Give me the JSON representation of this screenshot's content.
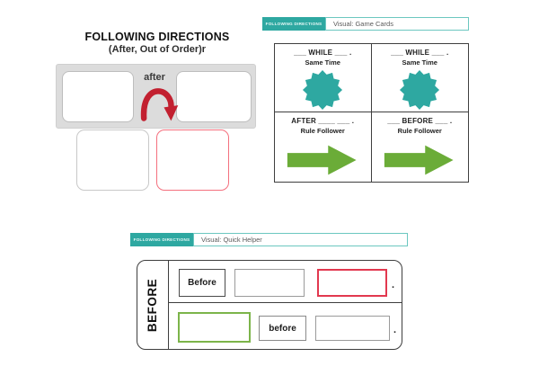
{
  "colors": {
    "teal": "#2EA8A1",
    "green_arrow": "#6BAC38",
    "red_arrow": "#C22030",
    "red_box_border": "#E2384F",
    "pink_box_border": "#F4707E",
    "green_box_border": "#7CB44A",
    "panel_gray": "#DCDCDC"
  },
  "worksheet_after": {
    "title": "FOLLOWING DIRECTIONS",
    "subtitle": "(After, Out of Order)r",
    "arrow_label": "after"
  },
  "game_cards": {
    "badge": "FOLLOWING DIRECTIONS",
    "header": "Visual: Game Cards",
    "cards": [
      {
        "line1": "___ WHILE ___ .",
        "line2": "Same Time",
        "icon": "starburst-icon"
      },
      {
        "line1": "___ WHILE ___ .",
        "line2": "Same Time",
        "icon": "starburst-icon"
      },
      {
        "line1": "AFTER ____ ___ .",
        "line2": "Rule Follower",
        "icon": "right-arrow-icon"
      },
      {
        "line1": "___ BEFORE ___ .",
        "line2": "Rule Follower",
        "icon": "right-arrow-icon"
      }
    ]
  },
  "quick_helper": {
    "badge": "FOLLOWING DIRECTIONS",
    "header": "Visual: Quick Helper",
    "side_label": "BEFORE",
    "row1_word": "Before",
    "row1_period": ".",
    "row2_word": "before",
    "row2_period": "."
  }
}
